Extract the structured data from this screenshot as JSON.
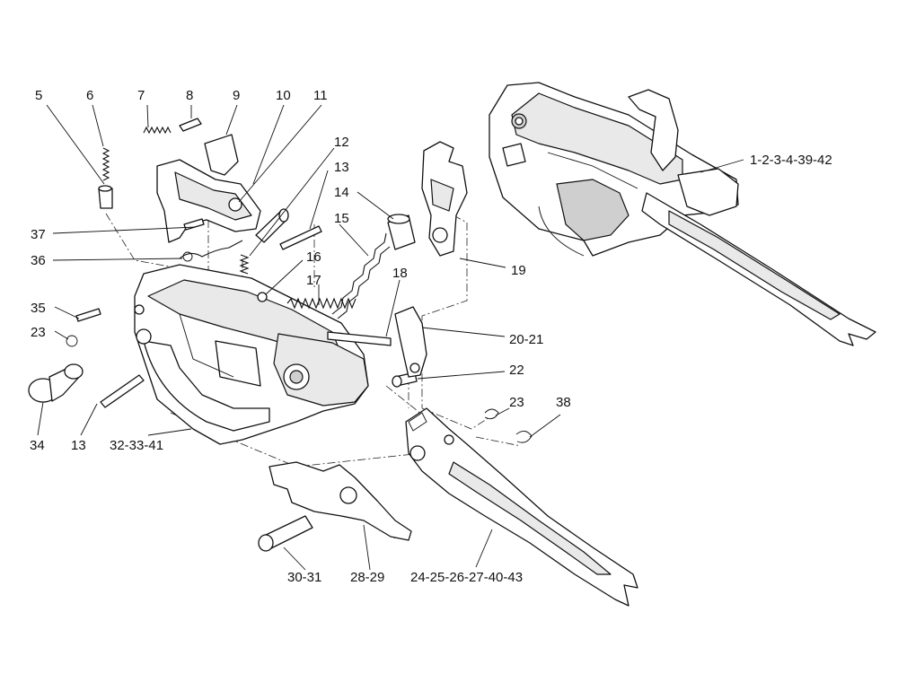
{
  "labels": [
    "5",
    "6",
    "7",
    "8",
    "9",
    "10",
    "11",
    "12",
    "13",
    "14",
    "15",
    "16",
    "17",
    "18",
    "19",
    "20-21",
    "22",
    "23",
    "38",
    "37",
    "36",
    "35",
    "23",
    "34",
    "13",
    "32-33-41",
    "30-31",
    "28-29",
    "24-25-26-27-40-43",
    "1-2-3-4-39-42"
  ]
}
